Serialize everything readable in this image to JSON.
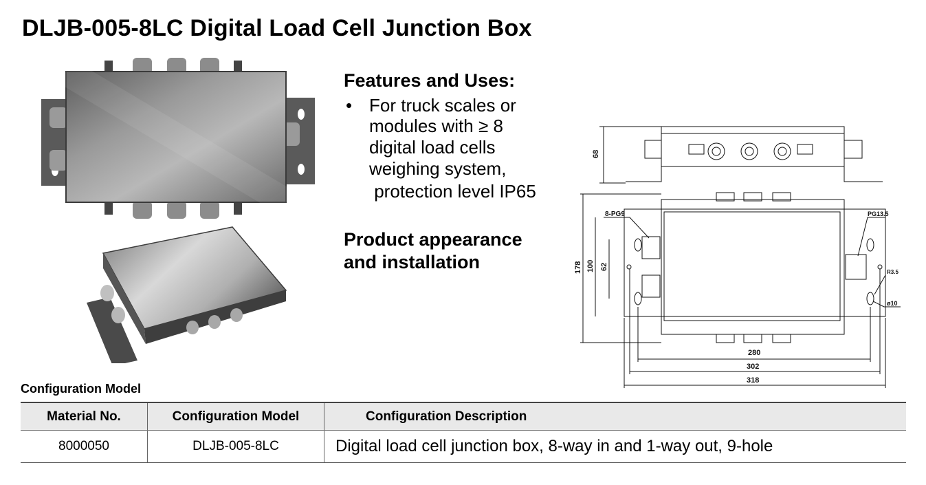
{
  "title": "DLJB-005-8LC Digital Load Cell Junction Box",
  "features": {
    "heading": "Features and Uses:",
    "bullet": "•",
    "lines": [
      "For truck scales or",
      "modules with ≥ 8",
      "digital load cells",
      "weighing system,",
      " protection level IP65"
    ]
  },
  "appearance": {
    "lines": [
      "Product appearance",
      "and installation"
    ]
  },
  "drawing": {
    "dimensions": {
      "height_side": "68",
      "overall_height": "178",
      "inner_height": "100",
      "hole_spacing": "62",
      "inner_width": "280",
      "middle_width": "302",
      "overall_width": "318"
    },
    "callouts": {
      "glands": "8-PG9",
      "out_gland": "PG13.5",
      "radius": "R3.5",
      "hole_dia": "ø10"
    }
  },
  "config": {
    "label": "Configuration Model",
    "headers": [
      "Material No.",
      "Configuration Model",
      "Configuration Description"
    ],
    "rows": [
      [
        "8000050",
        "DLJB-005-8LC",
        "Digital load cell junction box, 8-way in and 1-way out, 9-hole"
      ]
    ]
  }
}
